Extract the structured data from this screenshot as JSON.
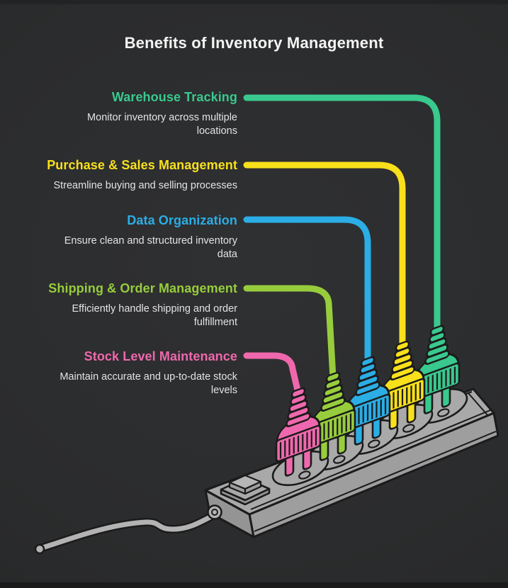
{
  "title": "Benefits of Inventory Management",
  "benefits": [
    {
      "label": "Warehouse Tracking",
      "desc": "Monitor inventory across multiple\nlocations",
      "color": "#39c98e"
    },
    {
      "label": "Purchase & Sales Management",
      "desc": "Streamline buying and selling processes",
      "color": "#f8e01b"
    },
    {
      "label": "Data Organization",
      "desc": "Ensure clean and structured inventory\ndata",
      "color": "#2bade5"
    },
    {
      "label": "Shipping & Order Management",
      "desc": "Efficiently handle shipping and order\nfulfillment",
      "color": "#97cd3c"
    },
    {
      "label": "Stock Level Maintenance",
      "desc": "Maintain accurate and up-to-date stock\nlevels",
      "color": "#ef68ad"
    }
  ],
  "illustration": {
    "name": "power-strip-with-five-plugs",
    "strip_top": "#a9a9a9",
    "strip_front": "#9e9e9e",
    "strip_end": "#949494",
    "switch_face": "#b6b6b6",
    "cord": "#b3b3b3",
    "outline": "#1b1b1b",
    "title_color": "#f4f4f4",
    "desc_color": "#e3e3e3",
    "background": "#2b2c2d"
  }
}
